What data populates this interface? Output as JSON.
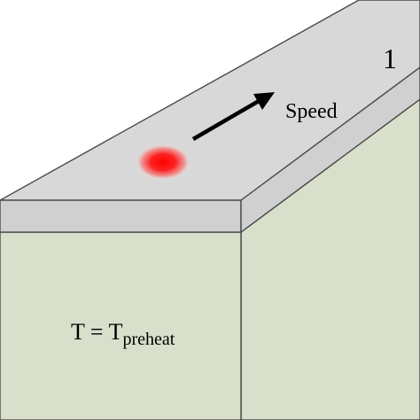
{
  "labels": {
    "direction": "Speed",
    "layer_number": "1",
    "temperature_lhs": "T = T",
    "temperature_subscript": "preheat"
  },
  "colors": {
    "powder_layer_top": "#d8d8d8",
    "powder_layer_side": "#d0d0d0",
    "substrate_front": "#d8e0cc",
    "substrate_side": "#d8e0cc",
    "edge": "#4a4a4a",
    "laser_spot": "#ff1a1a",
    "arrow": "#000000"
  },
  "icons": {
    "laser": "laser-spot-icon",
    "direction": "arrow-icon"
  }
}
